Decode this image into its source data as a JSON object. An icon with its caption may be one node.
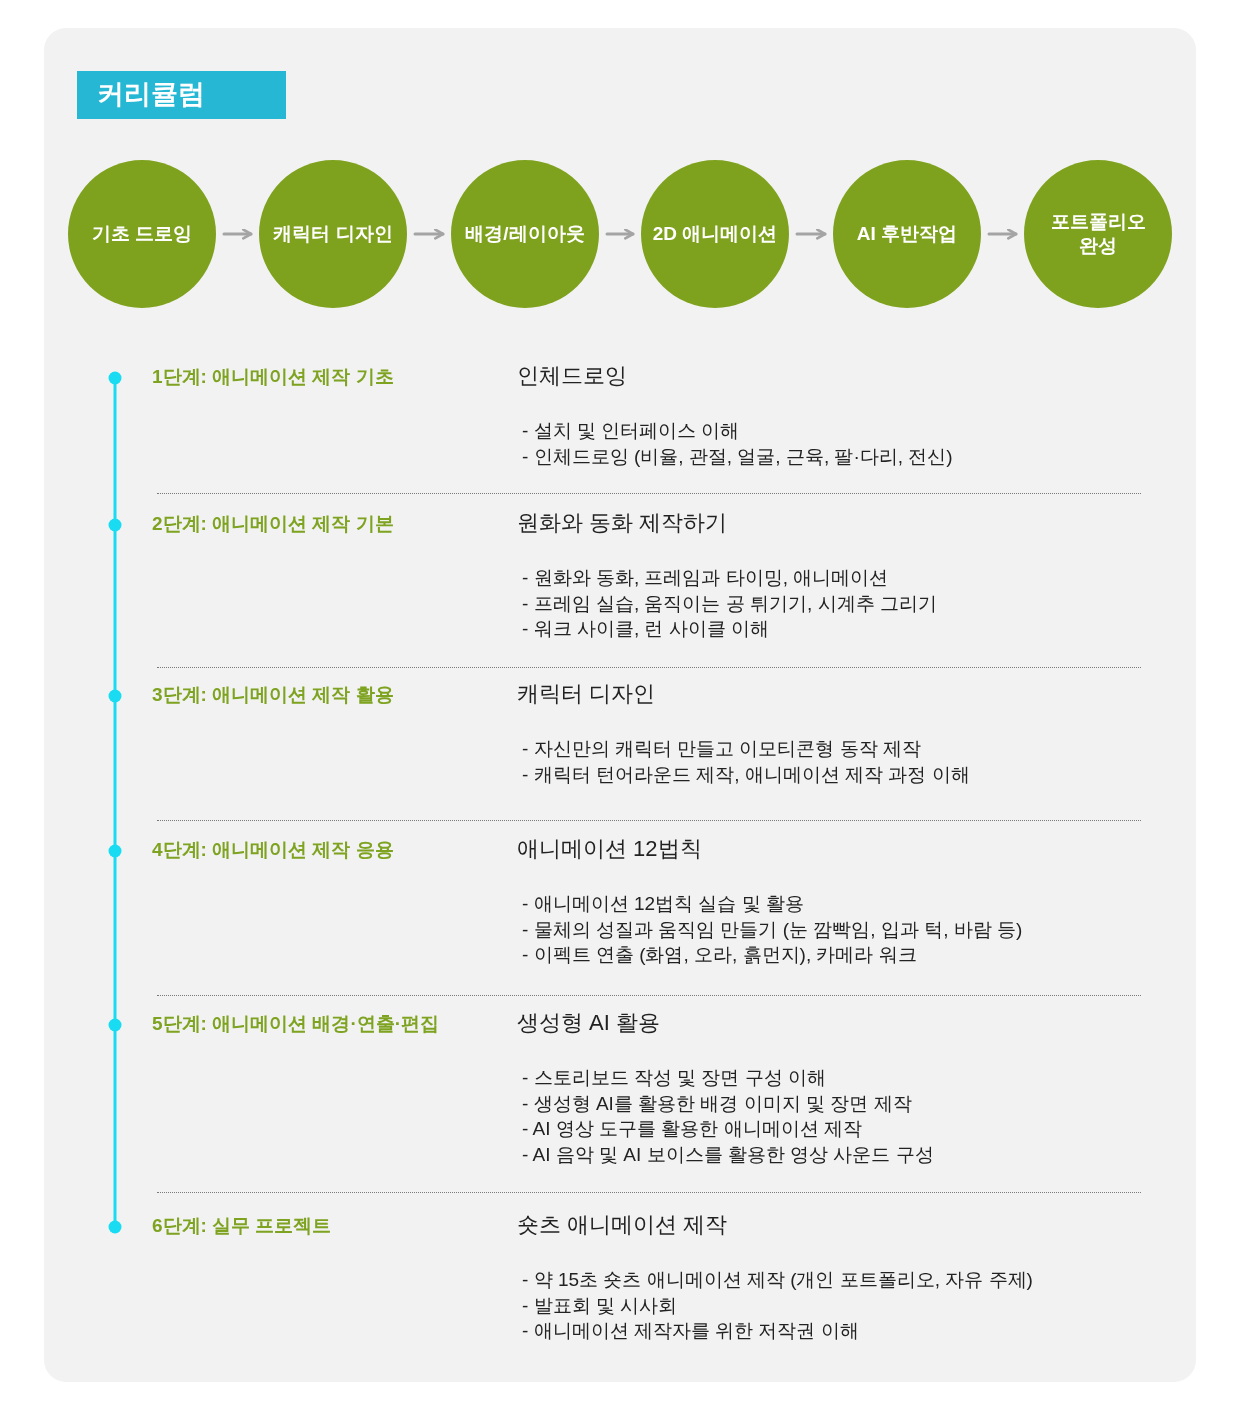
{
  "diagram": {
    "title": "커리큘럼",
    "nodes": [
      {
        "text": [
          "기초 드로잉"
        ]
      },
      {
        "text": [
          "캐릭터 디자인"
        ]
      },
      {
        "text": [
          "배경/레이아웃"
        ]
      },
      {
        "text": [
          "2D 애니메이션"
        ]
      },
      {
        "text": [
          "AI 후반작업"
        ]
      },
      {
        "text": [
          "포트폴리오 완성"
        ]
      }
    ],
    "edges": [
      {
        "from": 0,
        "to": 1,
        "arrow": "to"
      },
      {
        "from": 1,
        "to": 2,
        "arrow": "to"
      },
      {
        "from": 2,
        "to": 3,
        "arrow": "to"
      },
      {
        "from": 3,
        "to": 4,
        "arrow": "to"
      },
      {
        "from": 4,
        "to": 5,
        "arrow": "to"
      }
    ],
    "labels": [
      "1단계: 애니메이션 제작 기초",
      "인체드로잉",
      "- 설치 및 인터페이스 이해",
      "- 인체드로잉 (비율, 관절, 얼굴, 근육, 팔·다리, 전신)",
      "2단계: 애니메이션 제작 기본",
      "원화와 동화 제작하기",
      "- 원화와 동화, 프레임과 타이밍, 애니메이션",
      "- 프레임 실습, 움직이는 공 튀기기, 시계추 그리기",
      "- 워크 사이클, 런 사이클 이해",
      "3단계: 애니메이션 제작 활용",
      "캐릭터 디자인",
      "- 자신만의 캐릭터 만들고 이모티콘형 동작 제작",
      "- 캐릭터 턴어라운드 제작, 애니메이션 제작 과정 이해",
      "4단계: 애니메이션 제작 응용",
      "애니메이션 12법칙",
      "- 애니메이션 12법칙 실습 및 활용",
      "- 물체의 성질과 움직임 만들기 (눈 깜빡임, 입과 턱, 바람 등)",
      "- 이펙트 연출 (화염, 오라, 흙먼지), 카메라 워크",
      "5단계: 애니메이션 배경·연출·편집",
      "생성형 AI 활용",
      "- 스토리보드 작성 및 장면 구성 이해",
      "- 생성형 AI를 활용한 배경 이미지 및 장면 제작",
      "- AI 영상 도구를 활용한 애니메이션 제작",
      "- AI 음악 및 AI 보이스를 활용한 영상 사운드 구성",
      "6단계: 실무 프로젝트",
      "숏츠 애니메이션 제작",
      "- 약 15초 숏츠 애니메이션 제작 (개인 포트폴리오, 자유 주제)",
      "- 발표회 및 시사회",
      "- 애니메이션 제작자를 위한 저작권 이해"
    ]
  }
}
